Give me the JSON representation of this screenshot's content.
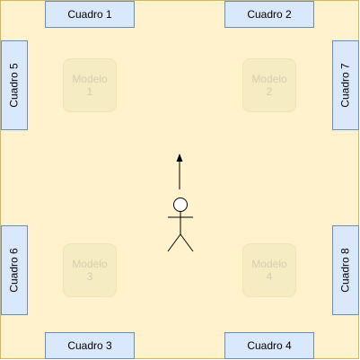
{
  "boxes": {
    "cuadro1": "Cuadro 1",
    "cuadro2": "Cuadro 2",
    "cuadro3": "Cuadro 3",
    "cuadro4": "Cuadro 4",
    "cuadro5": "Cuadro 5",
    "cuadro6": "Cuadro 6",
    "cuadro7": "Cuadro 7",
    "cuadro8": "Cuadro 8"
  },
  "models": [
    {
      "word": "Modelo",
      "num": "1"
    },
    {
      "word": "Modelo",
      "num": "2"
    },
    {
      "word": "Modelo",
      "num": "3"
    },
    {
      "word": "Modelo",
      "num": "4"
    }
  ],
  "colors": {
    "room_fill": "#fff2cc",
    "room_border": "#d6b656",
    "box_fill": "#dae8fc",
    "box_border": "#6c8ebf",
    "model_text": "#d5cfad"
  }
}
